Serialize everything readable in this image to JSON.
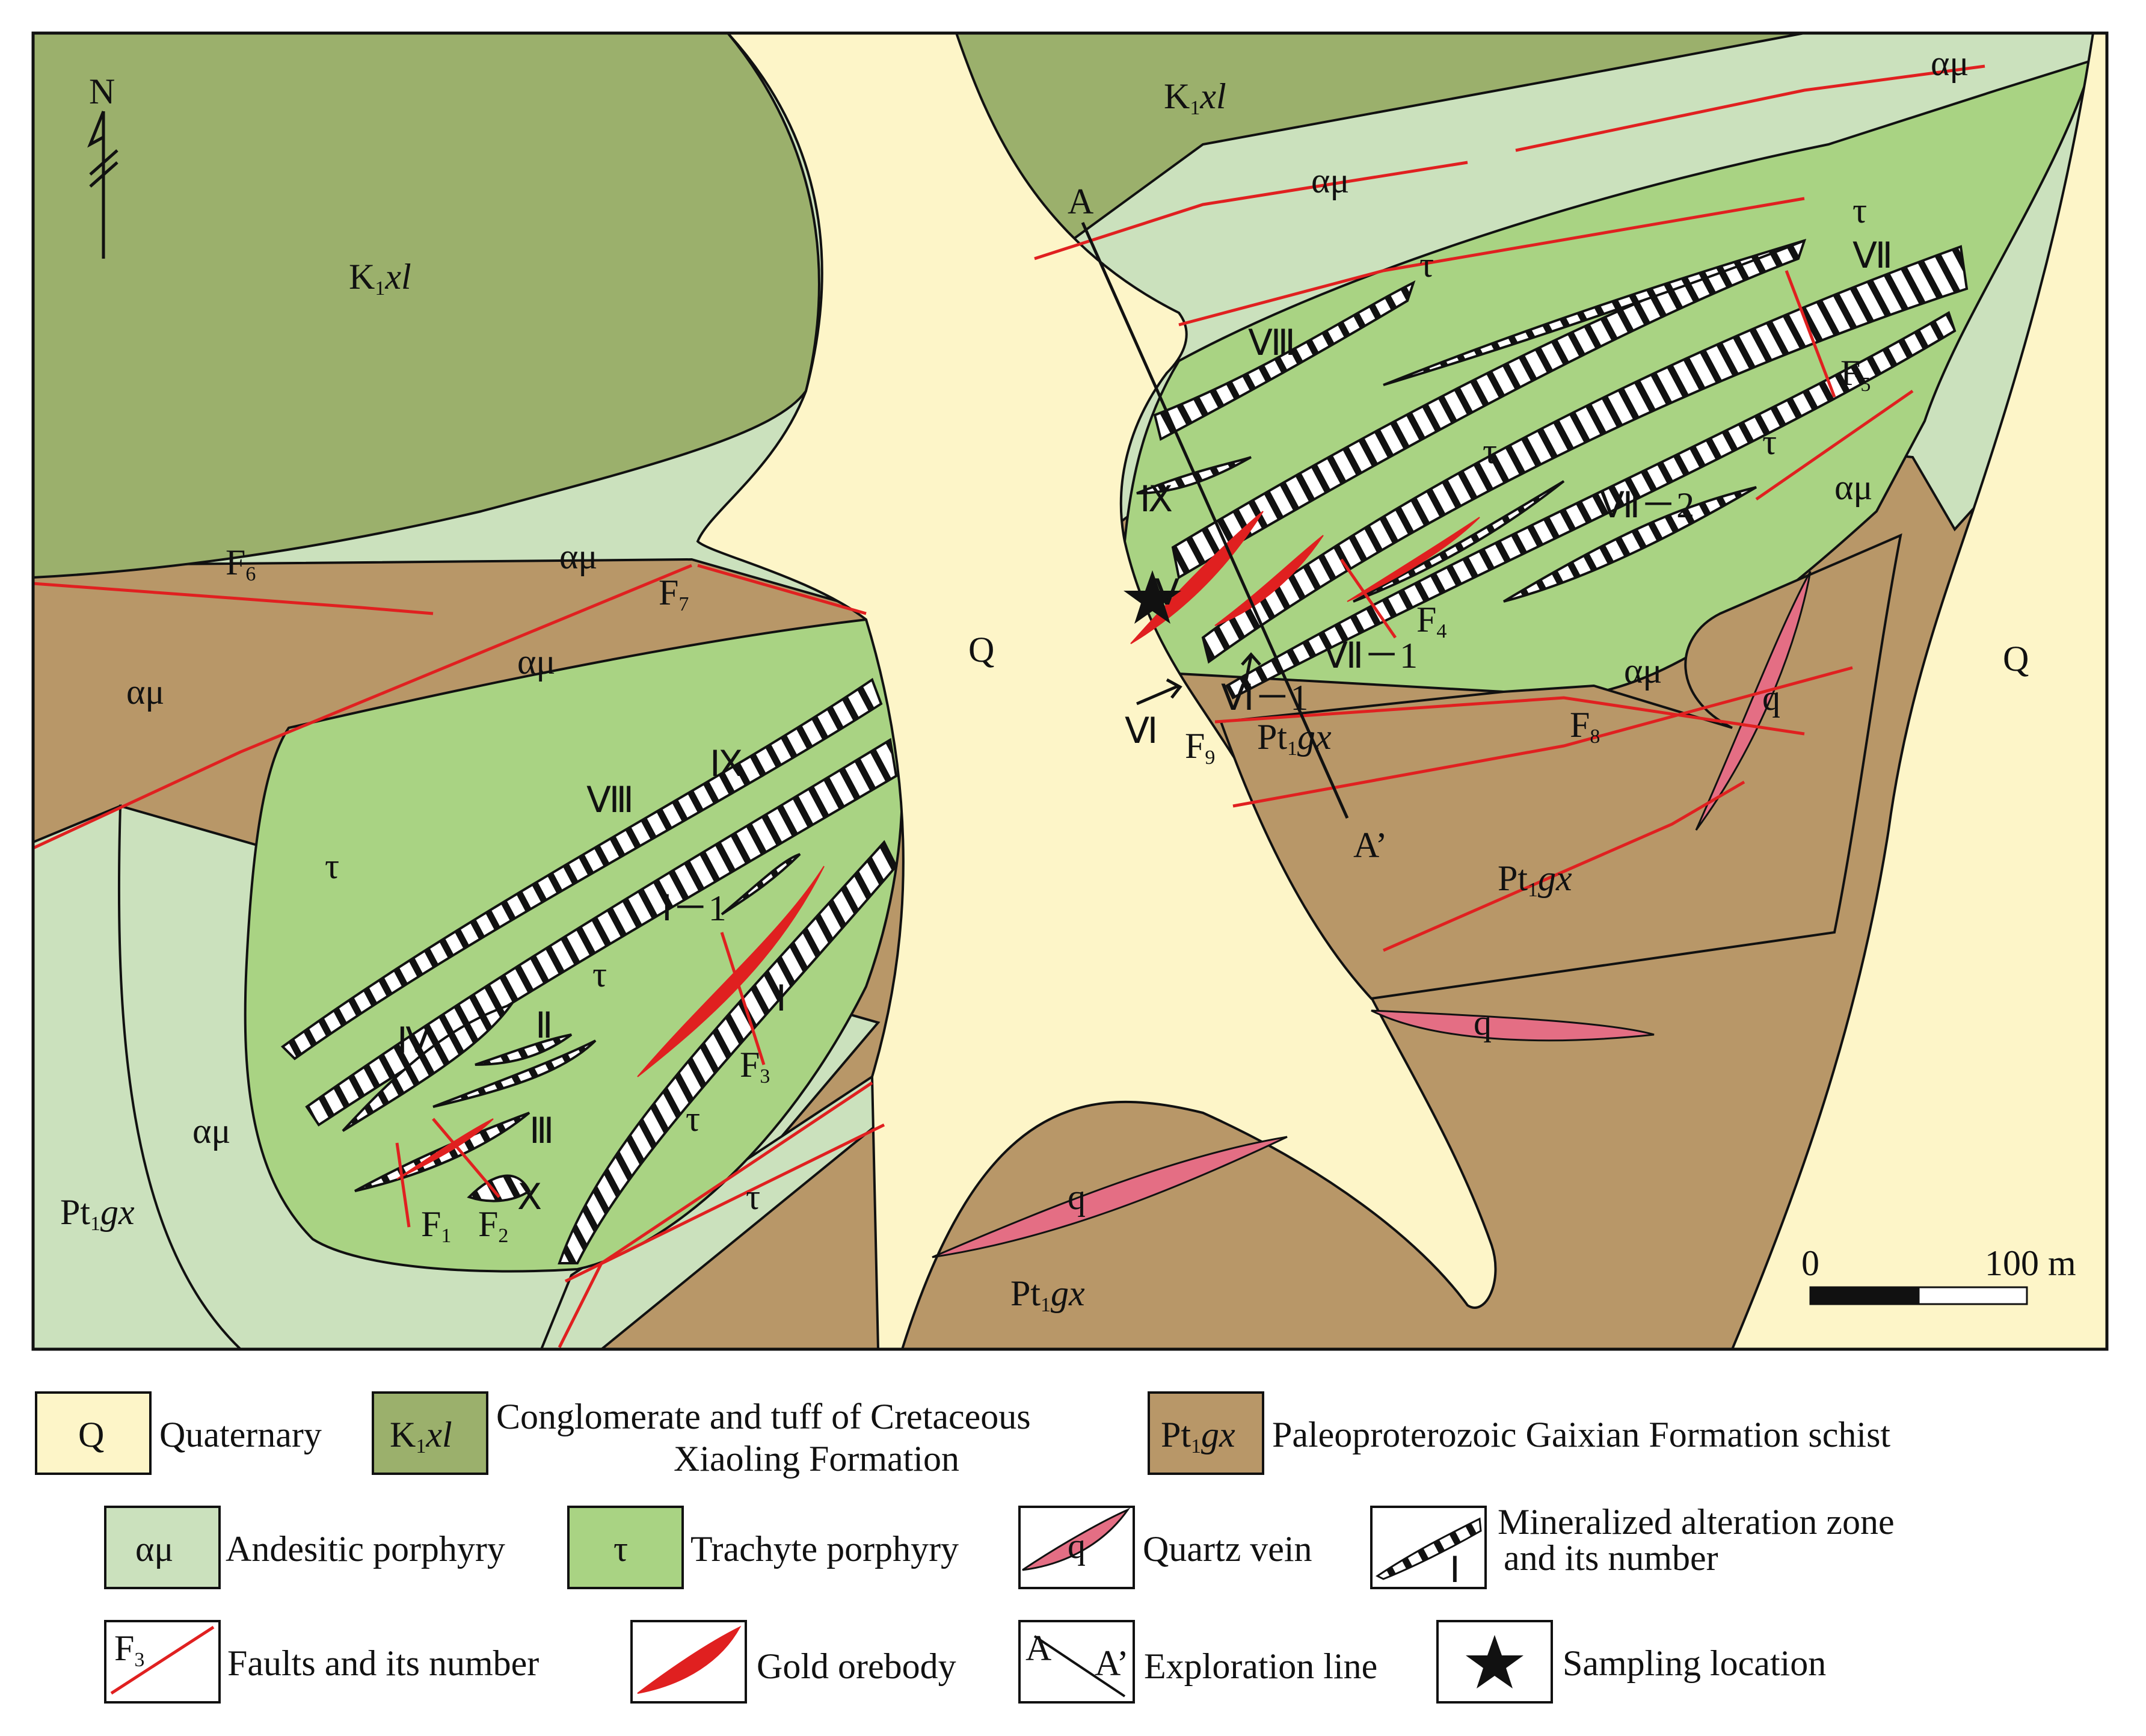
{
  "colors": {
    "quaternary": "#fdf5c8",
    "cretaceous": "#9bb06c",
    "schist": "#b89768",
    "andesitic": "#cbe1bd",
    "trachyte": "#a9d383",
    "quartz": "#e46e84",
    "ore": "#e02020",
    "fault": "#e02020",
    "outline": "#111111"
  },
  "map": {
    "north": "N",
    "units": {
      "q_left": "Q",
      "q_right": "Q",
      "k_left": {
        "base": "K",
        "sub": "1",
        "ital": "xl"
      },
      "k_top": {
        "base": "K",
        "sub": "1",
        "ital": "xl"
      },
      "pt_left": {
        "base": "Pt",
        "sub": "1",
        "ital": "gx"
      },
      "pt_center": {
        "base": "Pt",
        "sub": "1",
        "ital": "gx"
      },
      "pt_mid": {
        "base": "Pt",
        "sub": "1",
        "ital": "gx"
      },
      "pt_bottom": {
        "base": "Pt",
        "sub": "1",
        "ital": "gx"
      },
      "am": "αμ",
      "tau": "τ",
      "q_vein": "q"
    },
    "faults": {
      "F1": {
        "base": "F",
        "sub": "1"
      },
      "F2": {
        "base": "F",
        "sub": "2"
      },
      "F3": {
        "base": "F",
        "sub": "3"
      },
      "F4": {
        "base": "F",
        "sub": "4"
      },
      "F5": {
        "base": "F",
        "sub": "5"
      },
      "F6": {
        "base": "F",
        "sub": "6"
      },
      "F7": {
        "base": "F",
        "sub": "7"
      },
      "F8": {
        "base": "F",
        "sub": "8"
      },
      "F9": {
        "base": "F",
        "sub": "9"
      }
    },
    "zones": {
      "I": "Ⅰ",
      "I1": "Ⅰ－1",
      "II": "Ⅱ",
      "III": "Ⅲ",
      "IV": "Ⅳ",
      "V": "Ⅴ",
      "VI": "Ⅵ",
      "VI1": "Ⅵ－1",
      "VII": "Ⅶ",
      "VII1": "Ⅶ－1",
      "VII2": "Ⅶ－2",
      "VIII": "Ⅷ",
      "IX": "Ⅸ",
      "X": "Ⅹ"
    },
    "section_a": "A",
    "section_a2": "A’",
    "scale_zero": "0",
    "scale_end": "100 m"
  },
  "legend": {
    "q_symbol": "Q",
    "q_text": "Quaternary",
    "k_symbol": {
      "base": "K",
      "sub": "1",
      "ital": "xl"
    },
    "k_text_1": "Conglomerate and tuff of Cretaceous",
    "k_text_2": "Xiaoling Formation",
    "pt_symbol": {
      "base": "Pt",
      "sub": "1",
      "ital": "gx"
    },
    "pt_text": "Paleoproterozoic Gaixian Formation schist",
    "am_symbol": "αμ",
    "am_text": "Andesitic porphyry",
    "tau_symbol": "τ",
    "tau_text": "Trachyte porphyry",
    "qv_symbol": "q",
    "qv_text": "Quartz vein",
    "mz_symbol": "Ⅰ",
    "mz_text_1": "Mineralized alteration zone",
    "mz_text_2": "and its number",
    "fault_symbol": {
      "base": "F",
      "sub": "3"
    },
    "fault_text": "Faults and its number",
    "ore_text": "Gold orebody",
    "exp_symbol_a": "A",
    "exp_symbol_a2": "A’",
    "exp_text": "Exploration line",
    "sample_text": "Sampling location"
  }
}
